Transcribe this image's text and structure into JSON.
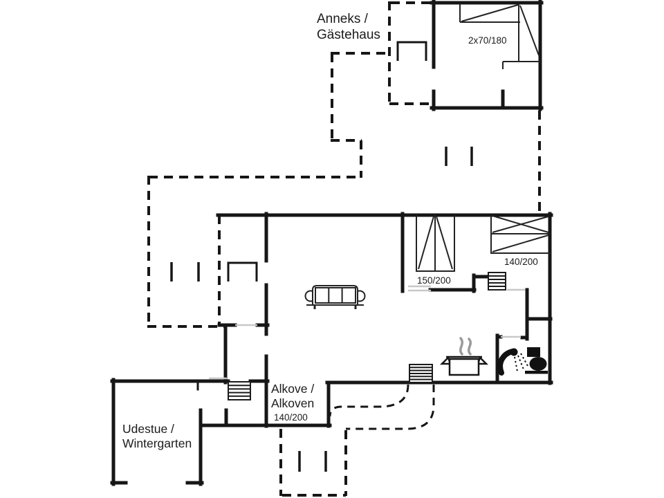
{
  "document": {
    "type": "floor-plan",
    "background": "#ffffff"
  },
  "colors": {
    "wall": "#161616",
    "furniture": "#222222",
    "opening": "#c8c8c8",
    "steam": "#9a9a9a",
    "text": "#1b1b1b"
  },
  "labels": {
    "annex_line1": "Anneks /",
    "annex_line2": "Gästehaus",
    "annex_bed_size": "2x70/180",
    "bedroom1_bed_size": "150/200",
    "bedroom2_bed_size": "140/200",
    "alcove_line1": "Alkove /",
    "alcove_line2": "Alkoven",
    "alcove_bed_size": "140/200",
    "wintergarden_line1": "Udestue /",
    "wintergarden_line2": "Wintergarten"
  },
  "icons": {
    "sofa": "sofa-icon",
    "pot": "cooking-pot-icon",
    "steam": "steam-icon",
    "shower": "shower-icon",
    "toilet": "toilet-icon",
    "stairs_living": "stairs-icon",
    "stairs_entrance": "stairs-icon",
    "stairs_hall": "stairs-icon"
  }
}
